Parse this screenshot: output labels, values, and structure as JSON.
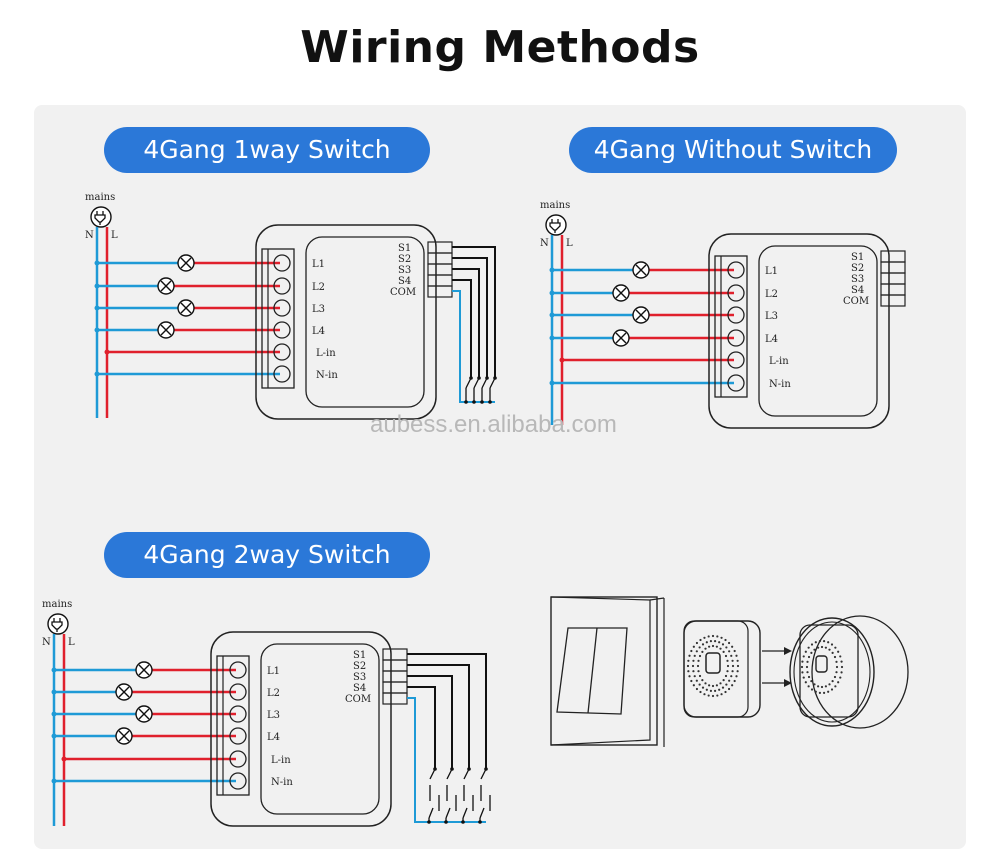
{
  "title": "Wiring Methods",
  "watermark": "aubess.en.alibaba.com",
  "colors": {
    "neutral_wire": "#1e9ad6",
    "live_wire": "#e0202c",
    "pill_bg": "#2b78d8",
    "panel_bg": "#f1f1f1"
  },
  "sections": [
    {
      "label": "4Gang 1way Switch",
      "type": "1way"
    },
    {
      "label": "4Gang Without Switch",
      "type": "none"
    },
    {
      "label": "4Gang 2way Switch",
      "type": "2way"
    }
  ],
  "diagram": {
    "mains_label": "mains",
    "neutral_label": "N",
    "live_label": "L",
    "terminals_left": [
      "L1",
      "L2",
      "L3",
      "L4",
      "L-in",
      "N-in"
    ],
    "terminals_right": [
      "S1",
      "S2",
      "S3",
      "S4",
      "COM"
    ]
  },
  "illustration": {
    "items": [
      "wall-switch",
      "smart-module",
      "wall-box-with-module"
    ]
  }
}
